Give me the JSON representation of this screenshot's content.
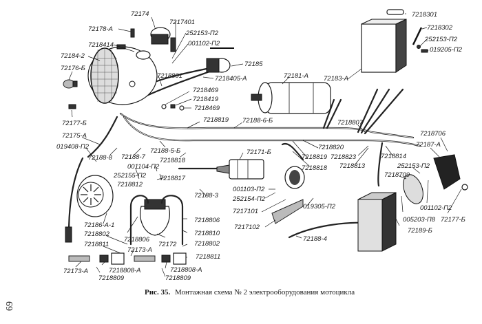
{
  "caption": {
    "figure_number": "Рис. 35.",
    "text": "Монтажная схема № 2 электрооборудования мотоцикла"
  },
  "page_number": "69",
  "components": [
    {
      "id": "headlight",
      "name": "Фара"
    },
    {
      "id": "speedometer",
      "name": "Спидометр"
    },
    {
      "id": "generator",
      "name": "Генератор"
    },
    {
      "id": "relay-regulator",
      "name": "Реле-регулятор"
    },
    {
      "id": "ignition-coil",
      "name": "Катушка зажигания"
    },
    {
      "id": "horn",
      "name": "Сигнал"
    },
    {
      "id": "distributor",
      "name": "Прерыватель-распределитель"
    },
    {
      "id": "battery",
      "name": "Аккумуляторная батарея"
    },
    {
      "id": "tail-light",
      "name": "Задний фонарь"
    },
    {
      "id": "spark-plugs",
      "name": "Свечи"
    },
    {
      "id": "wiring-harness",
      "name": "Жгут проводов"
    }
  ],
  "labels": [
    {
      "text": "72174"
    },
    {
      "text": "7217401"
    },
    {
      "text": "72178-А"
    },
    {
      "text": "252153-П2"
    },
    {
      "text": "001102-П2"
    },
    {
      "text": "7218414"
    },
    {
      "text": "72184-2"
    },
    {
      "text": "72176-Б"
    },
    {
      "text": "7218801"
    },
    {
      "text": "72185"
    },
    {
      "text": "7218405-А"
    },
    {
      "text": "72181-А"
    },
    {
      "text": "72183-А"
    },
    {
      "text": "7218301"
    },
    {
      "text": "7218302"
    },
    {
      "text": "252153-П2"
    },
    {
      "text": "019205-П2"
    },
    {
      "text": "7218469"
    },
    {
      "text": "7218419"
    },
    {
      "text": "7218469"
    },
    {
      "text": "72177-Б"
    },
    {
      "text": "7218819"
    },
    {
      "text": "72188-6-Б"
    },
    {
      "text": "7218807"
    },
    {
      "text": "72175-А"
    },
    {
      "text": "019408-П2"
    },
    {
      "text": "72188-8"
    },
    {
      "text": "72188-7"
    },
    {
      "text": "72188-5-Б"
    },
    {
      "text": "7218818"
    },
    {
      "text": "001104-П2"
    },
    {
      "text": "252155-П2"
    },
    {
      "text": "7218812"
    },
    {
      "text": "7218817"
    },
    {
      "text": "72171-Б"
    },
    {
      "text": "7218820"
    },
    {
      "text": "7218819"
    },
    {
      "text": "7218823"
    },
    {
      "text": "7218818"
    },
    {
      "text": "7218813"
    },
    {
      "text": "7218706"
    },
    {
      "text": "72187-А"
    },
    {
      "text": "7218814"
    },
    {
      "text": "252153-П2"
    },
    {
      "text": "7218709"
    },
    {
      "text": "72188-3"
    },
    {
      "text": "001103-П2"
    },
    {
      "text": "252154-П2"
    },
    {
      "text": "7217101"
    },
    {
      "text": "019305-П2"
    },
    {
      "text": "7217102"
    },
    {
      "text": "001102-П2"
    },
    {
      "text": "005203-П8"
    },
    {
      "text": "72177-Б"
    },
    {
      "text": "72189-Б"
    },
    {
      "text": "72186-А-1"
    },
    {
      "text": "7218806"
    },
    {
      "text": "7218810"
    },
    {
      "text": "7218802"
    },
    {
      "text": "7218802"
    },
    {
      "text": "7218806"
    },
    {
      "text": "72172"
    },
    {
      "text": "7218811"
    },
    {
      "text": "72173-А"
    },
    {
      "text": "7218811"
    },
    {
      "text": "72188-4"
    },
    {
      "text": "72173-А"
    },
    {
      "text": "7218808-А"
    },
    {
      "text": "7218808-А"
    },
    {
      "text": "7218809"
    },
    {
      "text": "7218809"
    }
  ]
}
